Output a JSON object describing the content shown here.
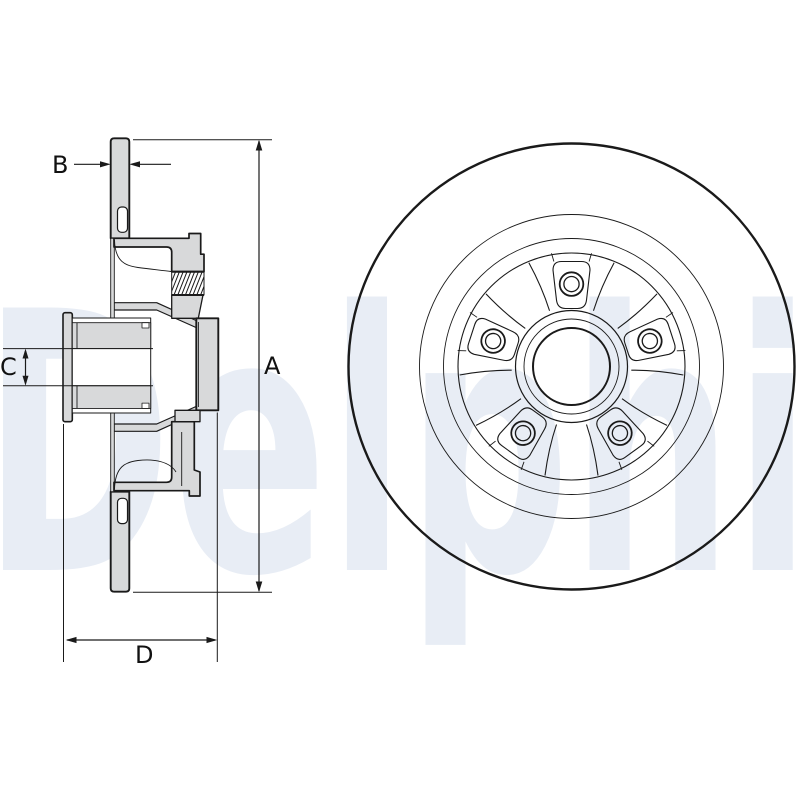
{
  "document": {
    "kind": "technical-parts-drawing",
    "subject": "coated brake disc with wheel bearing and ABS ring",
    "background": "#ffffff"
  },
  "watermark": {
    "text": "Delphi",
    "color": "#e8edf5"
  },
  "palette": {
    "line": "#1a1a1a",
    "section_fill": "#d8d9da",
    "white_fill": "#ffffff"
  },
  "views": {
    "section_view": {
      "name": "side cross-section view",
      "features": [
        "friction ring",
        "hat with knurled ABS ring (hatched)",
        "wheel mounting flange",
        "hub bearing with inner bore",
        "seal plate"
      ]
    },
    "front_view": {
      "name": "front view",
      "bolt_count": 5,
      "features": [
        "outer friction surface",
        "5 bolt holes with bosses",
        "5 spokes",
        "center hub bore"
      ]
    }
  },
  "dimensions": {
    "a": {
      "label": "A",
      "meaning": "outer disc diameter"
    },
    "b": {
      "label": "B",
      "meaning": "disc thickness"
    },
    "c": {
      "label": "C",
      "meaning": "center bore diameter"
    },
    "d": {
      "label": "D",
      "meaning": "hub depth"
    }
  }
}
